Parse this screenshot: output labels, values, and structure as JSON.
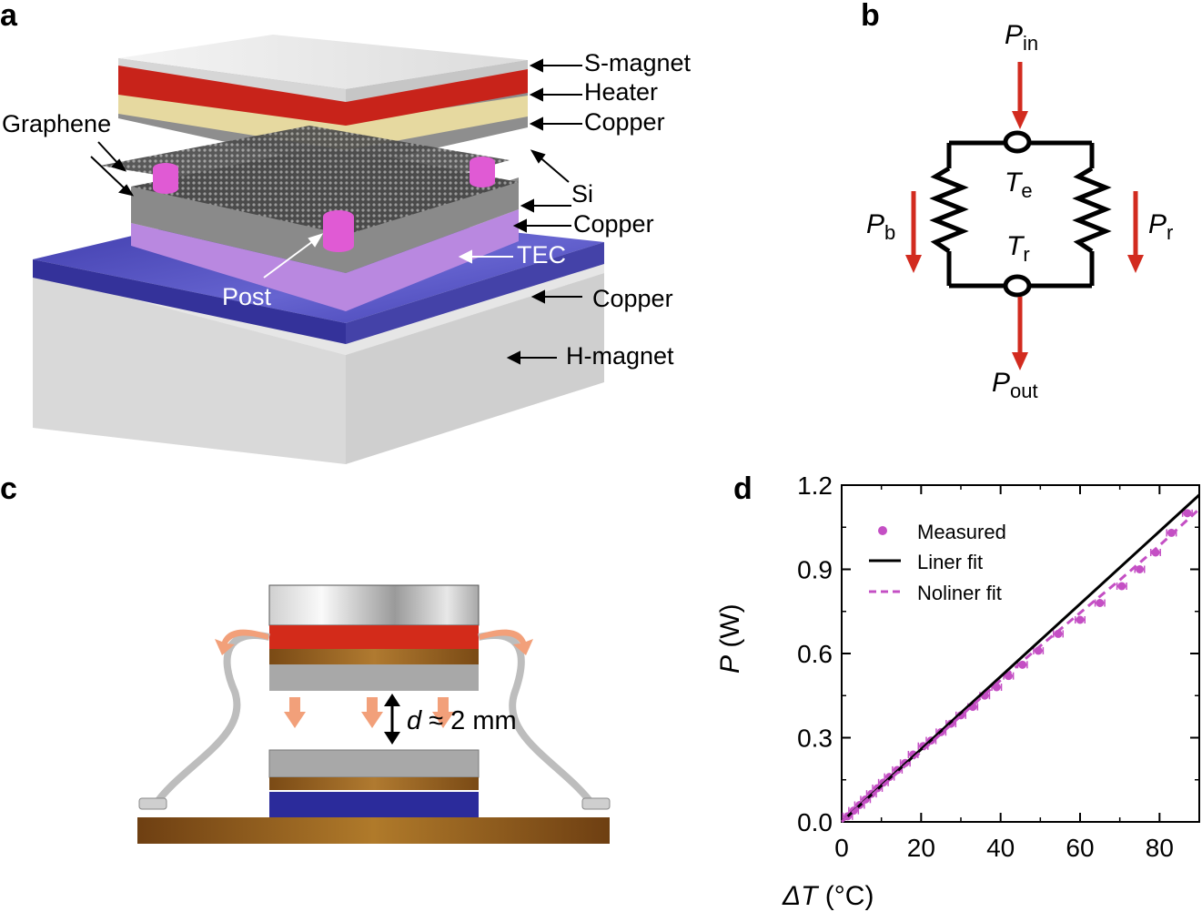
{
  "panels": {
    "a": "a",
    "b": "b",
    "c": "c",
    "d": "d"
  },
  "panel_a": {
    "labels": {
      "s_magnet": "S-magnet",
      "heater": "Heater",
      "copper_1": "Copper",
      "graphene": "Graphene",
      "si": "Si",
      "copper_2": "Copper",
      "tec": "TEC",
      "post": "Post",
      "copper_3": "Copper",
      "h_magnet": "H-magnet"
    },
    "colors": {
      "magnet": "#e8e8e8",
      "heater": "#c8231a",
      "copper": "#e6d9a0",
      "graphene": "#5f5f5f",
      "post": "#e05ad4",
      "tec": "#b988e0",
      "h_plate": "#4a47b5"
    }
  },
  "panel_b": {
    "p_in": {
      "sym": "P",
      "sub": "in"
    },
    "p_out": {
      "sym": "P",
      "sub": "out"
    },
    "p_b": {
      "sym": "P",
      "sub": "b"
    },
    "p_r": {
      "sym": "P",
      "sub": "r"
    },
    "t_e": {
      "sym": "T",
      "sub": "e"
    },
    "t_r": {
      "sym": "T",
      "sub": "r"
    },
    "arrow_color": "#d22b1f"
  },
  "panel_c": {
    "gap_label_sym": "d",
    "gap_label_rest": "≈ 2 mm",
    "colors": {
      "heater": "#d32b1a",
      "copper": "#8a5a1a",
      "si": "#a8a8a8",
      "blue": "#2b2b9b",
      "base": "#9c6420",
      "flow": "#f2a07a"
    }
  },
  "chart_data": {
    "type": "scatter",
    "xlabel_sym": "ΔT",
    "xlabel_unit": "(°C)",
    "ylabel_sym": "P",
    "ylabel_unit": "(W)",
    "xlim": [
      0,
      90
    ],
    "ylim": [
      0,
      1.2
    ],
    "xticks": [
      0,
      20,
      40,
      60,
      80
    ],
    "yticks": [
      0.0,
      0.3,
      0.6,
      0.9,
      1.2
    ],
    "ytick_labels": [
      "0.0",
      "0.3",
      "0.6",
      "0.9",
      "1.2"
    ],
    "legend": [
      "Measured",
      "Liner fit",
      "Noliner fit"
    ],
    "legend_position": "top-left",
    "series": [
      {
        "name": "Measured",
        "kind": "points",
        "x": [
          1.5,
          3,
          4.5,
          6,
          7.5,
          9,
          10.5,
          12,
          14,
          16,
          18,
          20.5,
          22.5,
          25,
          27.5,
          30,
          33,
          36,
          39,
          42,
          45.5,
          49.5,
          54.5,
          60,
          65,
          70.5,
          75,
          79,
          83,
          87
        ],
        "y": [
          0.02,
          0.04,
          0.06,
          0.08,
          0.1,
          0.12,
          0.14,
          0.16,
          0.185,
          0.21,
          0.24,
          0.27,
          0.29,
          0.32,
          0.35,
          0.38,
          0.41,
          0.45,
          0.48,
          0.52,
          0.56,
          0.61,
          0.67,
          0.72,
          0.78,
          0.84,
          0.9,
          0.96,
          1.03,
          1.1
        ],
        "x_err": 1.2
      },
      {
        "name": "Liner fit",
        "kind": "line",
        "x": [
          0,
          90
        ],
        "y": [
          0,
          1.165
        ]
      },
      {
        "name": "Noliner fit",
        "kind": "dashed",
        "x": [
          0,
          10,
          20,
          30,
          40,
          50,
          60,
          70,
          80,
          90
        ],
        "y": [
          0,
          0.125,
          0.25,
          0.378,
          0.505,
          0.627,
          0.745,
          0.862,
          0.985,
          1.115
        ]
      }
    ],
    "colors": {
      "measured": "#c44fc4",
      "fit": "#000000"
    }
  }
}
